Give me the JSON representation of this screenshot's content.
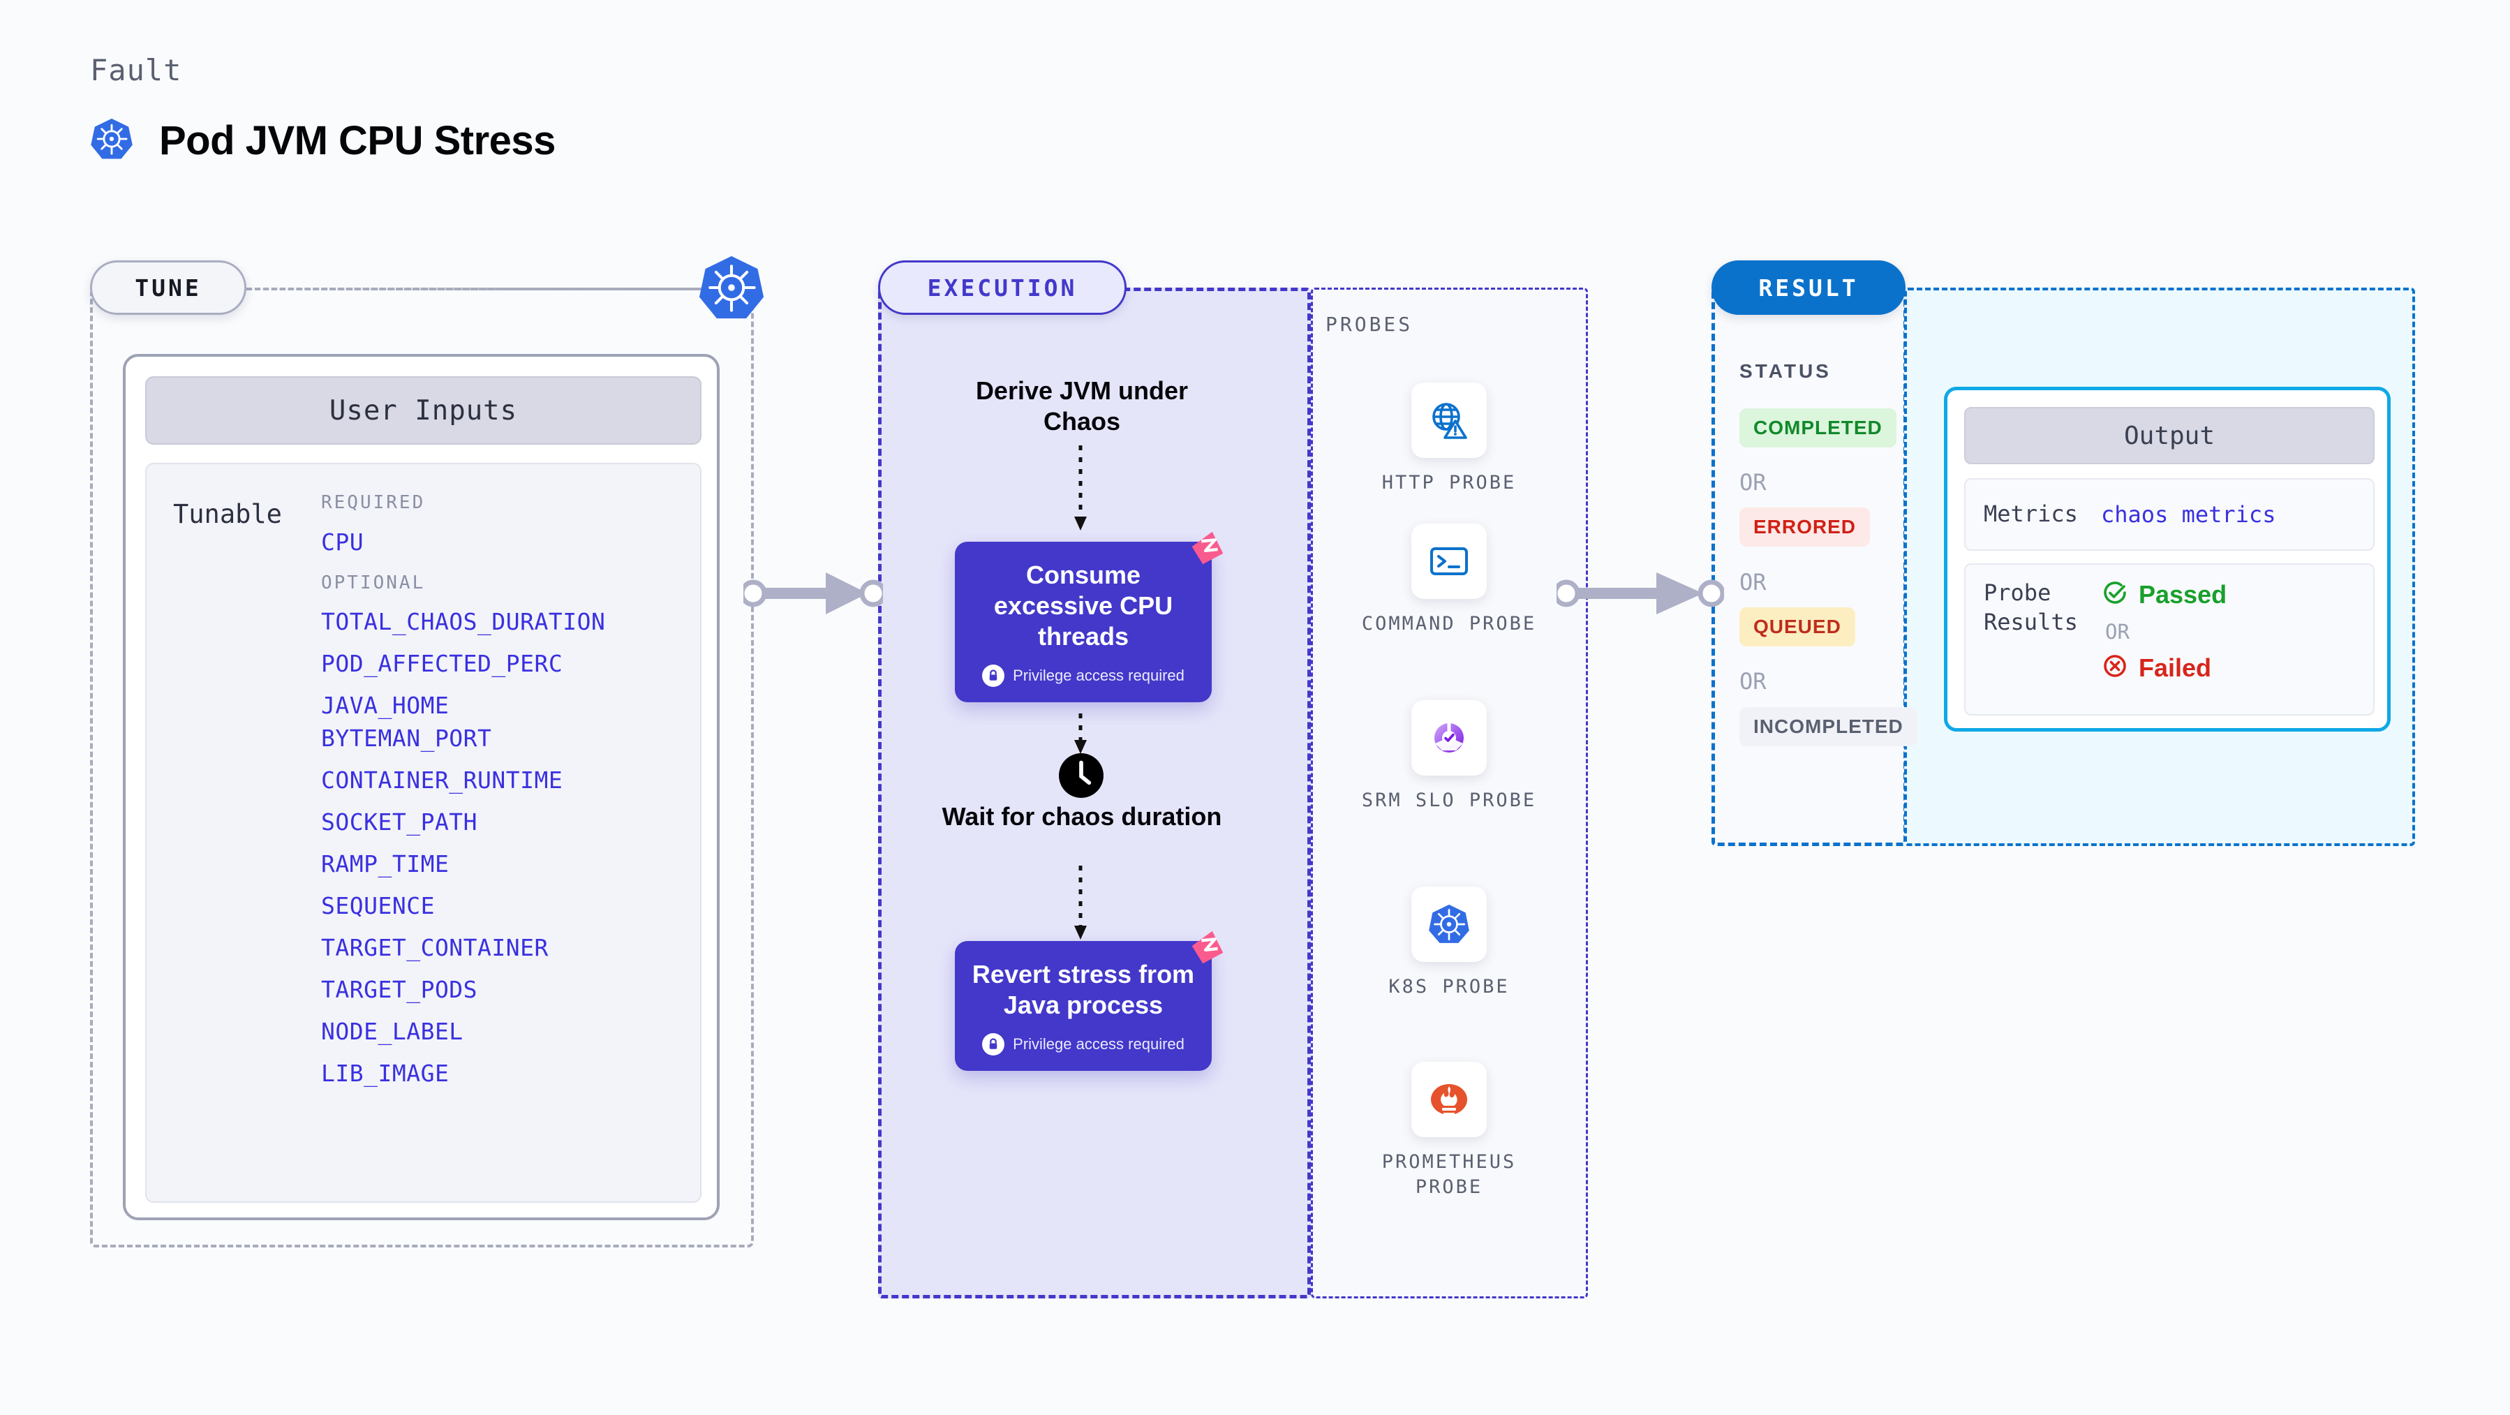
{
  "header": {
    "kicker": "Fault",
    "title": "Pod JVM CPU Stress",
    "icon": "kubernetes-icon"
  },
  "tune": {
    "badge": "TUNE",
    "border_icon": "kubernetes-icon",
    "card_title": "User Inputs",
    "tunable_label": "Tunable",
    "required_label": "REQUIRED",
    "optional_label": "OPTIONAL",
    "required_params": [
      "CPU"
    ],
    "optional_params": [
      "TOTAL_CHAOS_DURATION",
      "POD_AFFECTED_PERC",
      "JAVA_HOME",
      "BYTEMAN_PORT",
      "CONTAINER_RUNTIME",
      "SOCKET_PATH",
      "RAMP_TIME",
      "SEQUENCE",
      "TARGET_CONTAINER",
      "TARGET_PODS",
      "NODE_LABEL",
      "LIB_IMAGE"
    ]
  },
  "execution": {
    "badge": "EXECUTION",
    "steps": [
      {
        "type": "text",
        "label": "Derive JVM under Chaos"
      },
      {
        "type": "card",
        "label": "Consume excessive CPU threads",
        "privilege_note": "Privilege access required",
        "flag_icon": "litmus-flag-icon",
        "lock_icon": "lock-icon"
      },
      {
        "type": "text",
        "label": "Wait for chaos duration",
        "icon": "clock-icon"
      },
      {
        "type": "card",
        "label": "Revert stress from Java process",
        "privilege_note": "Privilege access required",
        "flag_icon": "litmus-flag-icon",
        "lock_icon": "lock-icon"
      }
    ]
  },
  "probes": {
    "label": "PROBES",
    "items": [
      {
        "label": "HTTP PROBE",
        "icon": "globe-warning-icon"
      },
      {
        "label": "COMMAND PROBE",
        "icon": "terminal-icon"
      },
      {
        "label": "SRM SLO PROBE",
        "icon": "srm-slo-icon"
      },
      {
        "label": "K8S PROBE",
        "icon": "kubernetes-icon"
      },
      {
        "label": "PROMETHEUS PROBE",
        "icon": "prometheus-icon"
      }
    ]
  },
  "result": {
    "badge": "RESULT",
    "status_label": "STATUS",
    "or_label": "OR",
    "statuses": [
      {
        "label": "COMPLETED",
        "bg": "#dcf5dd",
        "fg": "#11892a"
      },
      {
        "label": "ERRORED",
        "bg": "#fde9e7",
        "fg": "#cf2116"
      },
      {
        "label": "QUEUED",
        "bg": "#fdeec2",
        "fg": "#bf2d1c"
      },
      {
        "label": "INCOMPLETED",
        "bg": "#f1f2f7",
        "fg": "#5a6070"
      }
    ],
    "output": {
      "title": "Output",
      "metrics_key": "Metrics",
      "metrics_value": "chaos metrics",
      "probe_key": "Probe Results",
      "passed_label": "Passed",
      "failed_label": "Failed",
      "or_label": "OR",
      "passed_icon": "check-circle-icon",
      "failed_icon": "x-circle-icon"
    }
  },
  "colors": {
    "accent_indigo": "#4338ca",
    "accent_blue": "#0b72cc",
    "param_blue": "#3a30e0",
    "k8s_blue": "#326ce5",
    "litmus_pink": "#fa5b8e",
    "cyan_border": "#0fa8e6",
    "page_bg": "#fafbfd"
  }
}
